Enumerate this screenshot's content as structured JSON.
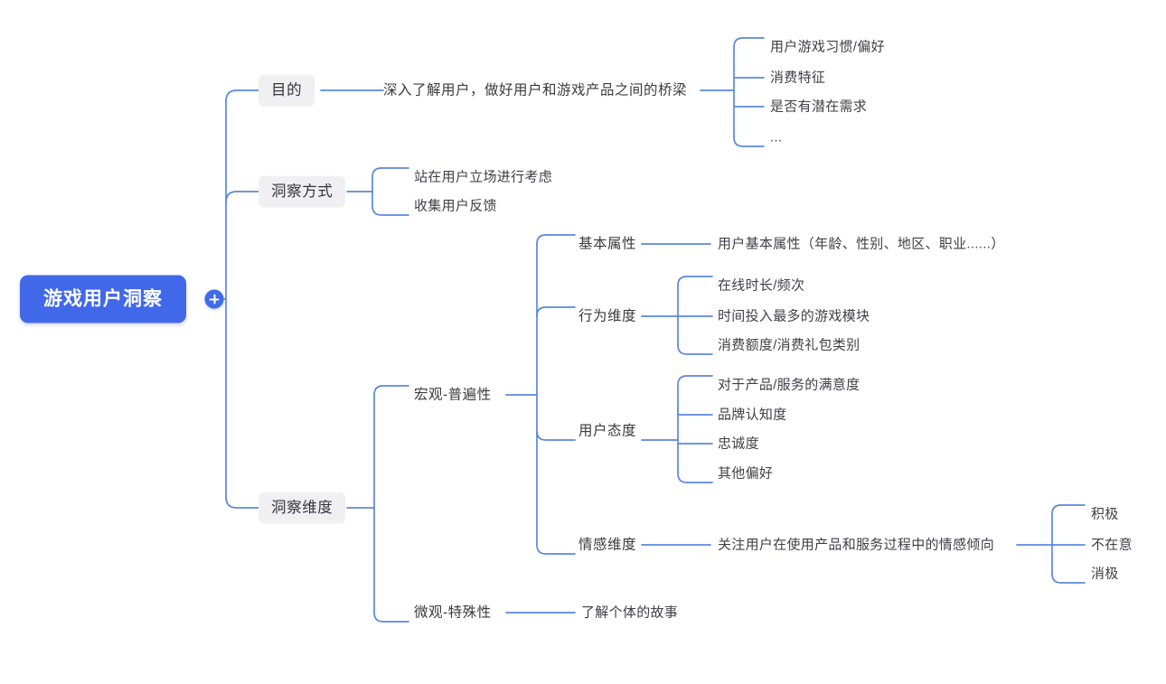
{
  "diagram": {
    "title": "游戏用户洞察",
    "type": "mindmap",
    "colors": {
      "root_background": "#4268ea",
      "root_text": "#ffffff",
      "branch_background": "#f0f0f2",
      "connector": "#5b87de",
      "text": "#3b3b3f",
      "canvas": "#ffffff"
    },
    "expand_button": {
      "name": "expand-root-button",
      "glyph": "+"
    },
    "root": {
      "label": "游戏用户洞察",
      "children": [
        {
          "label": "目的",
          "children": [
            {
              "label": "深入了解用户，做好用户和游戏产品之间的桥梁",
              "children": [
                {
                  "label": "用户游戏习惯/偏好"
                },
                {
                  "label": "消费特征"
                },
                {
                  "label": "是否有潜在需求"
                },
                {
                  "label": "..."
                }
              ]
            }
          ]
        },
        {
          "label": "洞察方式",
          "children": [
            {
              "label": "站在用户立场进行考虑"
            },
            {
              "label": "收集用户反馈"
            }
          ]
        },
        {
          "label": "洞察维度",
          "children": [
            {
              "label": "宏观-普遍性",
              "children": [
                {
                  "label": "基本属性",
                  "children": [
                    {
                      "label": "用户基本属性（年龄、性别、地区、职业......）"
                    }
                  ]
                },
                {
                  "label": "行为维度",
                  "children": [
                    {
                      "label": "在线时长/频次"
                    },
                    {
                      "label": "时间投入最多的游戏模块"
                    },
                    {
                      "label": "消费额度/消费礼包类别"
                    }
                  ]
                },
                {
                  "label": "用户态度",
                  "children": [
                    {
                      "label": "对于产品/服务的满意度"
                    },
                    {
                      "label": "品牌认知度"
                    },
                    {
                      "label": "忠诚度"
                    },
                    {
                      "label": "其他偏好"
                    }
                  ]
                },
                {
                  "label": "情感维度",
                  "children": [
                    {
                      "label": "关注用户在使用产品和服务过程中的情感倾向",
                      "children": [
                        {
                          "label": "积极"
                        },
                        {
                          "label": "不在意"
                        },
                        {
                          "label": "消极"
                        }
                      ]
                    }
                  ]
                }
              ]
            },
            {
              "label": "微观-特殊性",
              "children": [
                {
                  "label": "了解个体的故事"
                }
              ]
            }
          ]
        }
      ]
    },
    "nodes": {
      "root": "游戏用户洞察",
      "purpose": "目的",
      "purpose_detail": "深入了解用户，做好用户和游戏产品之间的桥梁",
      "purpose_leaf_1": "用户游戏习惯/偏好",
      "purpose_leaf_2": "消费特征",
      "purpose_leaf_3": "是否有潜在需求",
      "purpose_leaf_4": "...",
      "method": "洞察方式",
      "method_leaf_1": "站在用户立场进行考虑",
      "method_leaf_2": "收集用户反馈",
      "dimension": "洞察维度",
      "macro": "宏观-普遍性",
      "basic_attr": "基本属性",
      "basic_attr_detail": "用户基本属性（年龄、性别、地区、职业......）",
      "behavior": "行为维度",
      "behavior_leaf_1": "在线时长/频次",
      "behavior_leaf_2": "时间投入最多的游戏模块",
      "behavior_leaf_3": "消费额度/消费礼包类别",
      "attitude": "用户态度",
      "attitude_leaf_1": "对于产品/服务的满意度",
      "attitude_leaf_2": "品牌认知度",
      "attitude_leaf_3": "忠诚度",
      "attitude_leaf_4": "其他偏好",
      "emotion": "情感维度",
      "emotion_detail": "关注用户在使用产品和服务过程中的情感倾向",
      "emotion_leaf_1": "积极",
      "emotion_leaf_2": "不在意",
      "emotion_leaf_3": "消极",
      "micro": "微观-特殊性",
      "micro_leaf_1": "了解个体的故事"
    }
  }
}
